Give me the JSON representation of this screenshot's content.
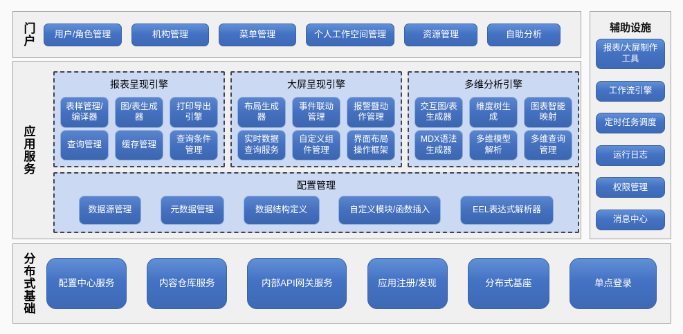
{
  "colors": {
    "button_blue": "#4472C4",
    "button_blue_dark": "#3A62A7",
    "panel_light_blue": "#CBD9F2",
    "dashed_border": "#41414F",
    "section_gray": "#F0F0F0",
    "section_border_gray": "#A3A3A3",
    "text_on_blue": "#FFFFFF"
  },
  "portal": {
    "label": "门户",
    "items": [
      "用户/角色管理",
      "机构管理",
      "菜单管理",
      "个人工作空间管理",
      "资源管理",
      "自助分析"
    ]
  },
  "app_services": {
    "label": "应用服务",
    "engines": [
      {
        "title": "报表呈现引擎",
        "buttons": [
          "表样管理/编译器",
          "图/表生成器",
          "打印导出引擎",
          "查询管理",
          "缓存管理",
          "查询条件管理"
        ]
      },
      {
        "title": "大屏呈现引擎",
        "buttons": [
          "布局生成器",
          "事件联动管理",
          "报警暨动作管理",
          "实时数据查询服务",
          "自定义组件管理",
          "界面布局操作框架"
        ]
      },
      {
        "title": "多维分析引擎",
        "buttons": [
          "交互图/表生成器",
          "维度树生成",
          "图表智能映射",
          "MDX语法生成器",
          "多维模型解析",
          "多维查询管理"
        ]
      }
    ],
    "config": {
      "title": "配置管理",
      "items": [
        "数据源管理",
        "元数据管理",
        "数据结构定义",
        "自定义模块/函数插入",
        "EEL表达式解析器"
      ]
    }
  },
  "aux": {
    "title": "辅助设施",
    "items": [
      "报表/大屏制作工具",
      "工作流引擎",
      "定时任务调度",
      "运行日志",
      "权限管理",
      "消息中心"
    ]
  },
  "foundation": {
    "label": "分布式基础",
    "items": [
      "配置中心服务",
      "内容仓库服务",
      "内部API网关服务",
      "应用注册/发现",
      "分布式基座",
      "单点登录"
    ]
  }
}
